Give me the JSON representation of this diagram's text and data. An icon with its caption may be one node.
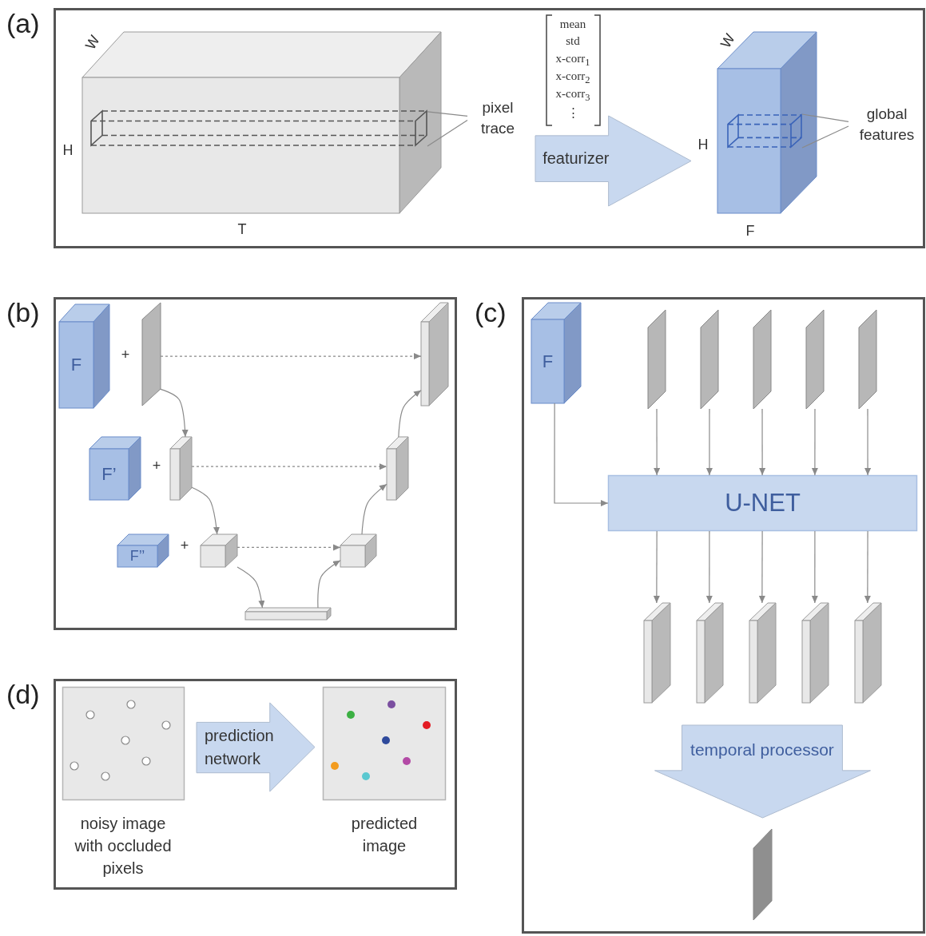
{
  "diagram": {
    "nodes": [
      {
        "text": [
          "(a)"
        ]
      },
      {
        "text": [],
        "shape": "box",
        "in": 0,
        "beside": [
          "W",
          "H",
          "T"
        ]
      },
      {
        "text": [],
        "shape": "box",
        "in": 1
      },
      {
        "text": [
          "pixel trace"
        ],
        "in": 0
      },
      {
        "text": [],
        "shape": "box",
        "in": 0,
        "beside": [
          "W",
          "H",
          "F"
        ]
      },
      {
        "text": [],
        "shape": "box",
        "in": 0
      },
      {
        "text": [
          "global features"
        ],
        "in": 0
      },
      {
        "text": [
          "(b)"
        ]
      },
      {
        "text": [
          "F"
        ],
        "in": 7
      },
      {
        "text": [],
        "shape": "box",
        "in": 7
      },
      {
        "text": [],
        "shape": "box",
        "in": 7
      },
      {
        "text": [
          "F’"
        ],
        "in": 7
      },
      {
        "text": [],
        "shape": "box",
        "in": 7
      },
      {
        "text": [],
        "shape": "box",
        "in": 7
      },
      {
        "text": [
          "F’’"
        ],
        "in": 7
      },
      {
        "text": [],
        "shape": "box",
        "in": 7
      },
      {
        "text": [],
        "shape": "box",
        "in": 7
      },
      {
        "text": [],
        "shape": "bar",
        "in": 7
      },
      {
        "text": [
          "(c)"
        ]
      },
      {
        "text": [
          "F"
        ],
        "in": 18
      },
      {
        "text": [],
        "shape": "box",
        "in": 18
      },
      {
        "text": [],
        "shape": "box",
        "in": 18
      },
      {
        "text": [],
        "shape": "box",
        "in": 18
      },
      {
        "text": [],
        "shape": "box",
        "in": 18
      },
      {
        "text": [],
        "shape": "box",
        "in": 18
      },
      {
        "text": [
          "U-NET"
        ],
        "in": 18
      },
      {
        "text": [],
        "shape": "box",
        "in": 18
      },
      {
        "text": [],
        "shape": "box",
        "in": 18
      },
      {
        "text": [],
        "shape": "box",
        "in": 18
      },
      {
        "text": [],
        "shape": "box",
        "in": 18
      },
      {
        "text": [],
        "shape": "box",
        "in": 18
      },
      {
        "text": [],
        "shape": "box",
        "in": 18
      },
      {
        "text": [
          "(d)"
        ]
      },
      {
        "text": [],
        "shape": "picture",
        "in": 32,
        "beside": [
          "noisy image with occluded pixels"
        ]
      },
      {
        "text": [],
        "shape": "picture",
        "in": 32,
        "beside": [
          "predicted image"
        ]
      }
    ],
    "edges": [
      {
        "from": 3,
        "to": 2,
        "arrow": "none"
      },
      {
        "from": 3,
        "to": 2,
        "arrow": "none"
      },
      {
        "from": 6,
        "to": 5,
        "arrow": "none"
      },
      {
        "from": 6,
        "to": 5,
        "arrow": "none"
      },
      {
        "from": 1,
        "to": 4,
        "arrow": "to",
        "label": "featurizer",
        "style": "thick",
        "color": "#c8d8ef"
      },
      {
        "from": 9,
        "to": 10,
        "arrow": "to",
        "style": "dashed"
      },
      {
        "from": 9,
        "to": 12,
        "arrow": "to"
      },
      {
        "from": 12,
        "to": 13,
        "arrow": "to",
        "style": "dashed"
      },
      {
        "from": 12,
        "to": 15,
        "arrow": "to"
      },
      {
        "from": 15,
        "to": 16,
        "arrow": "to",
        "style": "dashed"
      },
      {
        "from": 15,
        "to": 17,
        "arrow": "to"
      },
      {
        "from": 17,
        "to": 16,
        "arrow": "to"
      },
      {
        "from": 16,
        "to": 13,
        "arrow": "to"
      },
      {
        "from": 13,
        "to": 10,
        "arrow": "to"
      },
      {
        "from": 19,
        "to": 25,
        "arrow": "to"
      },
      {
        "from": 20,
        "to": 25,
        "arrow": "to"
      },
      {
        "from": 21,
        "to": 25,
        "arrow": "to"
      },
      {
        "from": 22,
        "to": 25,
        "arrow": "to"
      },
      {
        "from": 23,
        "to": 25,
        "arrow": "to"
      },
      {
        "from": 24,
        "to": 25,
        "arrow": "to"
      },
      {
        "from": 25,
        "to": 26,
        "arrow": "to"
      },
      {
        "from": 25,
        "to": 27,
        "arrow": "to"
      },
      {
        "from": 25,
        "to": 28,
        "arrow": "to"
      },
      {
        "from": 25,
        "to": 29,
        "arrow": "to"
      },
      {
        "from": 25,
        "to": 30,
        "arrow": "to"
      },
      {
        "from": null,
        "to": 31,
        "arrow": "to",
        "label": "temporal processor",
        "style": "thick",
        "color": "#c8d8ef"
      },
      {
        "from": 33,
        "to": 34,
        "arrow": "to",
        "label": "prediction network",
        "style": "thick",
        "color": "#c8d8ef"
      }
    ],
    "labels": [
      "mean",
      "std",
      "x-corr$_{1}$",
      "x-corr$_{2}$",
      "x-corr$_{3}$",
      "⋮",
      "+",
      "+",
      "+"
    ]
  }
}
